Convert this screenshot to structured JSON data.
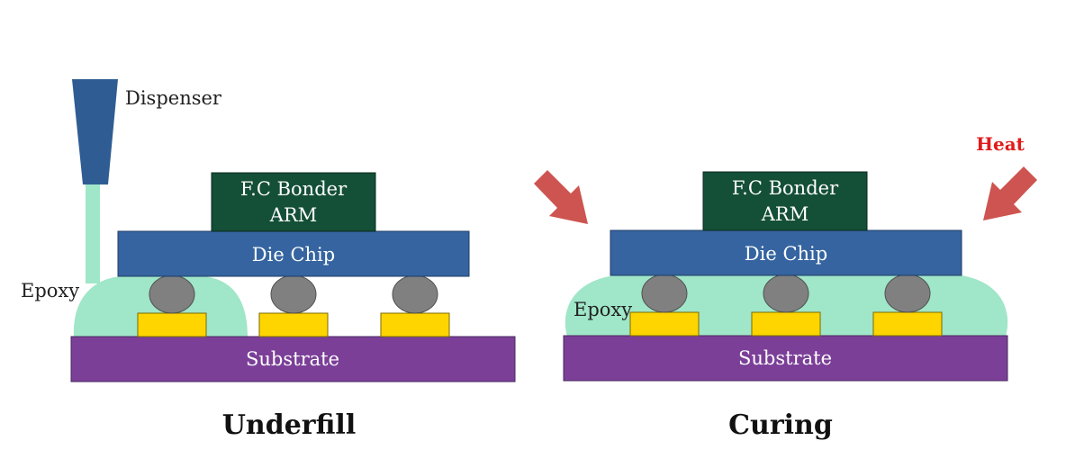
{
  "colors": {
    "substrate": "#7b3f98",
    "die_chip": "#3564a0",
    "bonder_arm": "#144f37",
    "pad": "#ffd500",
    "bump": "#808080",
    "epoxy": "#a0e6c9",
    "dispenser": "#2f5d93",
    "heat_arrow": "#cd5450",
    "heat_text": "#e01b1b"
  },
  "icons": {
    "dispenser": "dispenser-nozzle-icon",
    "heat_arrow": "heat-arrow-icon"
  },
  "left": {
    "dispenser_label": "Dispenser",
    "epoxy_label": "Epoxy",
    "bonder_line1": "F.C Bonder",
    "bonder_line2": "ARM",
    "die_label": "Die Chip",
    "substrate_label": "Substrate",
    "caption": "Underfill"
  },
  "right": {
    "heat_label": "Heat",
    "epoxy_label": "Epoxy",
    "bonder_line1": "F.C Bonder",
    "bonder_line2": "ARM",
    "die_label": "Die Chip",
    "substrate_label": "Substrate",
    "caption": "Curing"
  }
}
